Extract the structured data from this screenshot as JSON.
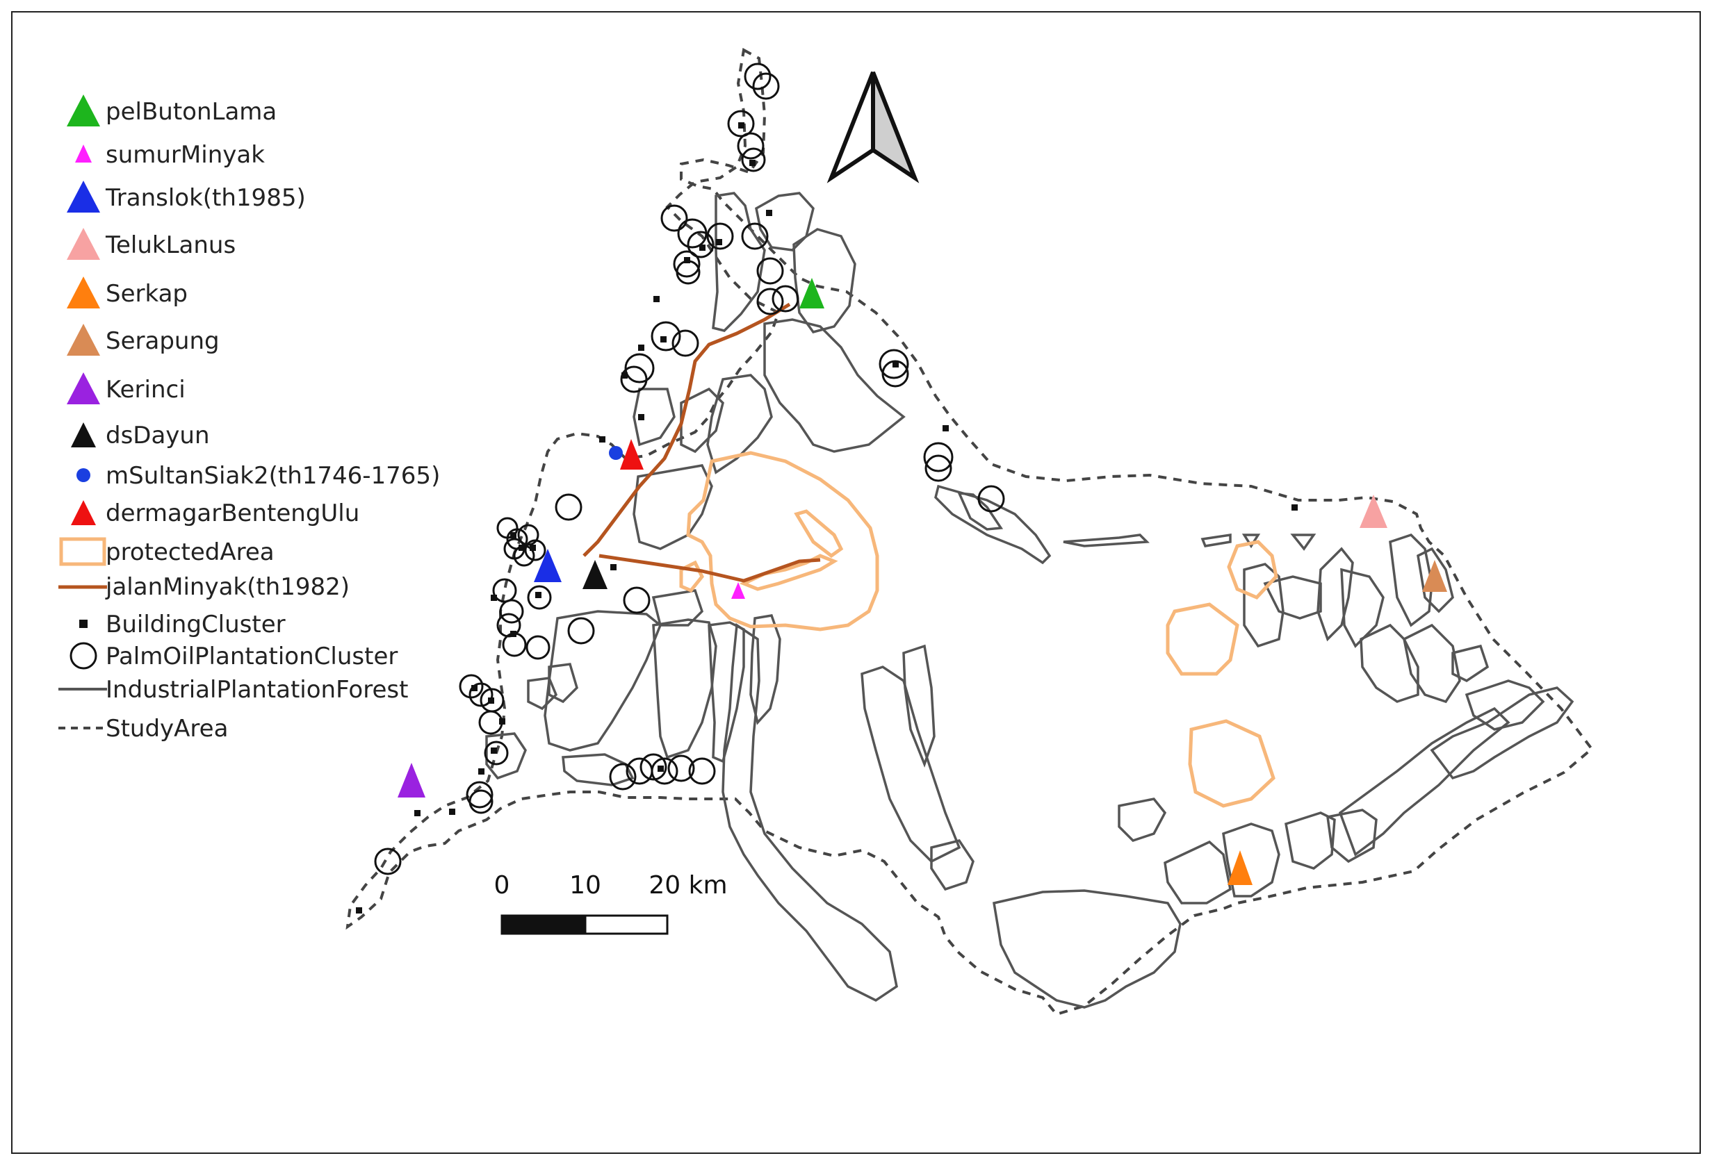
{
  "legend": {
    "items": [
      {
        "label": "pelButonLama",
        "symbol": "triangle-large",
        "color": "#1db51d"
      },
      {
        "label": "sumurMinyak",
        "symbol": "triangle-small",
        "color": "#ff1fff"
      },
      {
        "label": "Translok(th1985)",
        "symbol": "triangle-large",
        "color": "#1a2ee6"
      },
      {
        "label": "TelukLanus",
        "symbol": "triangle-large",
        "color": "#f7a2a2"
      },
      {
        "label": "Serkap",
        "symbol": "triangle-large",
        "color": "#ff7f0e"
      },
      {
        "label": "Serapung",
        "symbol": "triangle-large",
        "color": "#d98b55"
      },
      {
        "label": "Kerinci",
        "symbol": "triangle-large",
        "color": "#9a22e0"
      },
      {
        "label": "dsDayun",
        "symbol": "triangle-medium",
        "color": "#111111"
      },
      {
        "label": "mSultanSiak2(th1746-1765)",
        "symbol": "dot",
        "color": "#1a3fe0"
      },
      {
        "label": "dermagarBentengUlu",
        "symbol": "triangle-medium",
        "color": "#ee1111"
      },
      {
        "label": "protectedArea",
        "symbol": "rect-outline",
        "color": "#f7b77a"
      },
      {
        "label": "jalanMinyak(th1982)",
        "symbol": "line",
        "color": "#b5541f"
      },
      {
        "label": "BuildingCluster",
        "symbol": "square",
        "color": "#111111"
      },
      {
        "label": "PalmOilPlantationCluster",
        "symbol": "circle",
        "color": "#111111"
      },
      {
        "label": "IndustrialPlantationForest",
        "symbol": "line",
        "color": "#555555"
      },
      {
        "label": "StudyArea",
        "symbol": "dashed-line",
        "color": "#444444"
      }
    ]
  },
  "scale_bar": {
    "labels": [
      "0",
      "10",
      "20 km"
    ]
  },
  "north_arrow": {
    "icon": "north-arrow-icon"
  },
  "colors": {
    "study_area": "#444444",
    "industrial_forest": "#555555",
    "protected_area": "#f7b77a",
    "oil_road": "#b5541f"
  }
}
